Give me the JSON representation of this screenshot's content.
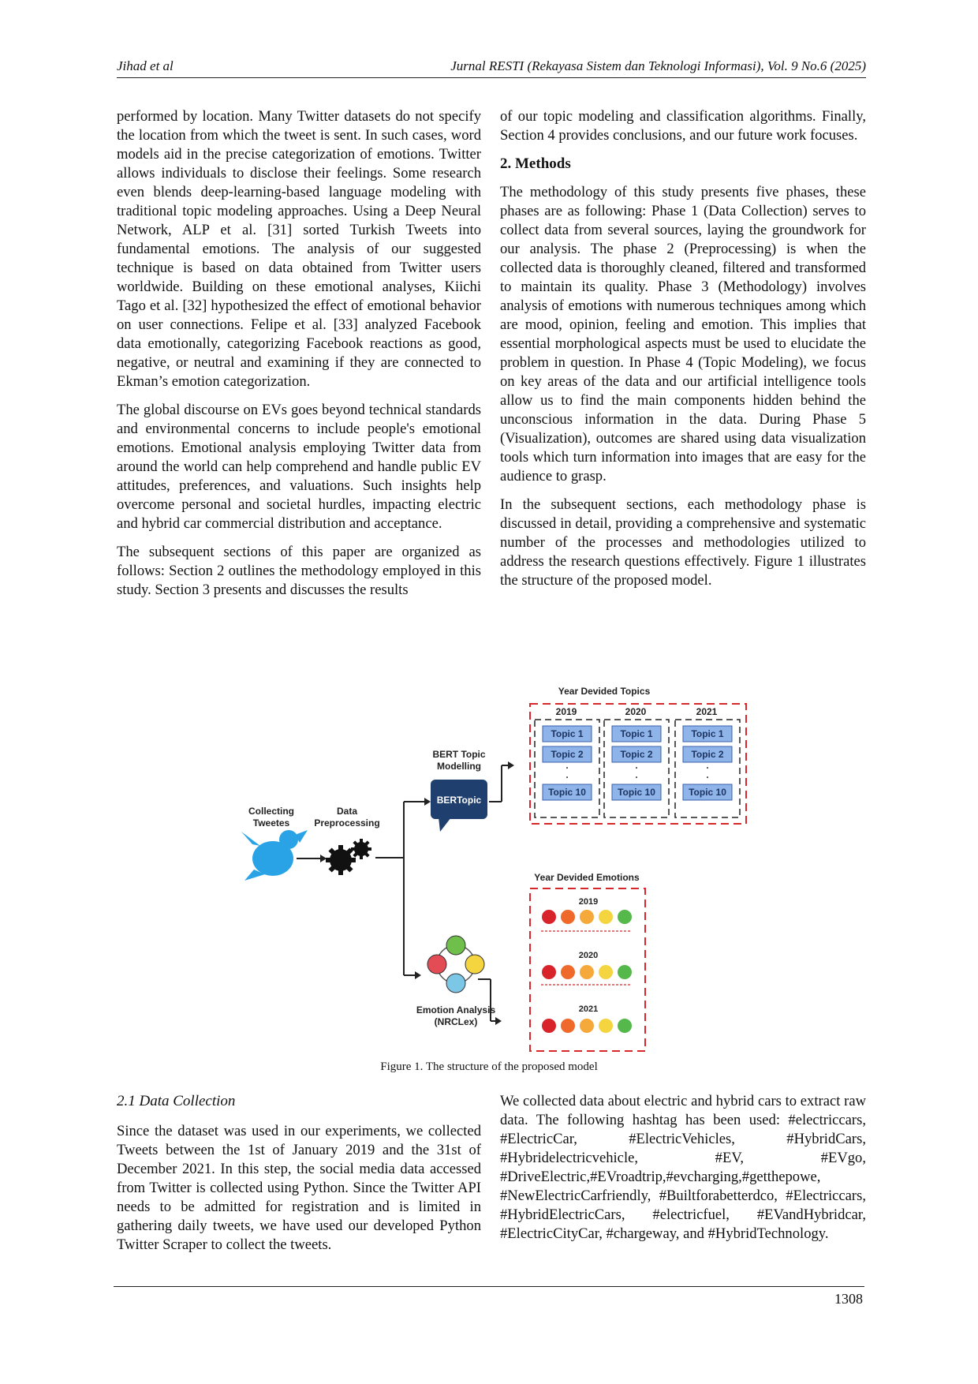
{
  "header": {
    "authors": "Jihad et al",
    "journal": "Jurnal RESTI (Rekayasa Sistem dan Teknologi Informasi), Vol. 9 No.6 (2025)"
  },
  "left_top": {
    "p1": "performed by location. Many Twitter datasets do not specify the location from which the tweet is sent. In such cases, word models aid in the precise categorization of emotions. Twitter allows individuals to disclose their feelings. Some research even blends deep-learning-based language modeling with traditional topic modeling approaches. Using a Deep Neural Network, ALP et al. [31] sorted Turkish Tweets into fundamental emotions. The analysis of our suggested technique is based on data obtained from Twitter users worldwide. Building on these emotional analyses, Kiichi Tago et al. [32] hypothesized the effect of emotional behavior on user connections. Felipe et al. [33] analyzed Facebook data emotionally, categorizing Facebook reactions as good, negative, or neutral and examining if they are connected to Ekman’s emotion categorization.",
    "p2": "The global discourse on EVs goes beyond technical standards and environmental concerns to include people's emotional emotions. Emotional analysis employing Twitter data from around the world can help comprehend and handle public EV attitudes, preferences, and valuations. Such insights help overcome personal and societal hurdles, impacting electric and hybrid car commercial distribution and acceptance.",
    "p3": "The subsequent sections of this paper are organized as follows: Section 2 outlines the methodology employed in this study. Section 3 presents and discusses the results"
  },
  "right_top": {
    "p1": "of our topic modeling and classification algorithms. Finally, Section 4 provides conclusions, and our future work focuses.",
    "heading": "2.  Methods",
    "p2": "The methodology of this study presents five phases, these phases are as following: Phase 1 (Data Collection) serves to collect data from several sources, laying the groundwork for our analysis. The phase 2 (Preprocessing) is when the collected data is thoroughly cleaned, filtered and transformed to maintain its quality. Phase 3 (Methodology) involves analysis of emotions with numerous techniques among which are mood, opinion, feeling and emotion. This implies that essential morphological aspects must be used to elucidate the problem in question. In Phase 4 (Topic Modeling), we focus on key areas of the data and our artificial intelligence tools allow us to find the main components hidden behind the unconscious information in the data. During Phase 5 (Visualization), outcomes are shared using data visualization tools which turn information into images that are easy for the audience to grasp.",
    "p3": "In the subsequent sections, each methodology phase is discussed in detail, providing a comprehensive and systematic number of the processes and methodologies utilized to address the research questions effectively. Figure 1 illustrates the structure of the proposed model."
  },
  "figure": {
    "collecting": [
      "Collecting",
      "Tweetes"
    ],
    "preprocessing": [
      "Data",
      "Preprocessing"
    ],
    "bert": [
      "BERT Topic",
      "Modelling"
    ],
    "bertopic_logo": "BERTopic",
    "emotion": [
      "Emotion Analysis",
      "(NRCLex)"
    ],
    "topics_title": "Year Devided Topics",
    "emotions_title": "Year Devided Emotions",
    "years": [
      "2019",
      "2020",
      "2021"
    ],
    "topics": [
      "Topic 1",
      "Topic 2",
      "Topic 10"
    ],
    "dots": ".",
    "colors": {
      "topic_fill": "#8fb4ea",
      "topic_stroke": "#3a5fa8",
      "dash": "#d9262c",
      "twitter": "#29a3e6"
    }
  },
  "caption": "Figure 1. The structure of the proposed model",
  "left_bot": {
    "heading": "2.1 Data Collection",
    "p1": "Since the dataset was used in our experiments, we collected Tweets between the 1st of January 2019 and the 31st of December 2021. In this step, the social media data accessed from Twitter is collected using Python. Since the Twitter API needs to be admitted for registration and is limited in gathering daily tweets, we have used our developed Python Twitter Scraper to collect the tweets."
  },
  "right_bot": {
    "p1": "We collected data about electric and hybrid cars to extract raw data. The following hashtag has been used: #electriccars, #ElectricCar, #ElectricVehicles, #HybridCars, #Hybridelectricvehicle, #EV, #EVgo, #DriveElectric,#EVroadtrip,#evcharging,#getthepowe, #NewElectricCarfriendly, #Builtforabetterdco, #Electriccars, #HybridElectricCars, #electricfuel, #EVandHybridcar, #ElectricCityCar, #chargeway, and #HybridTechnology."
  },
  "page_number": "1308"
}
